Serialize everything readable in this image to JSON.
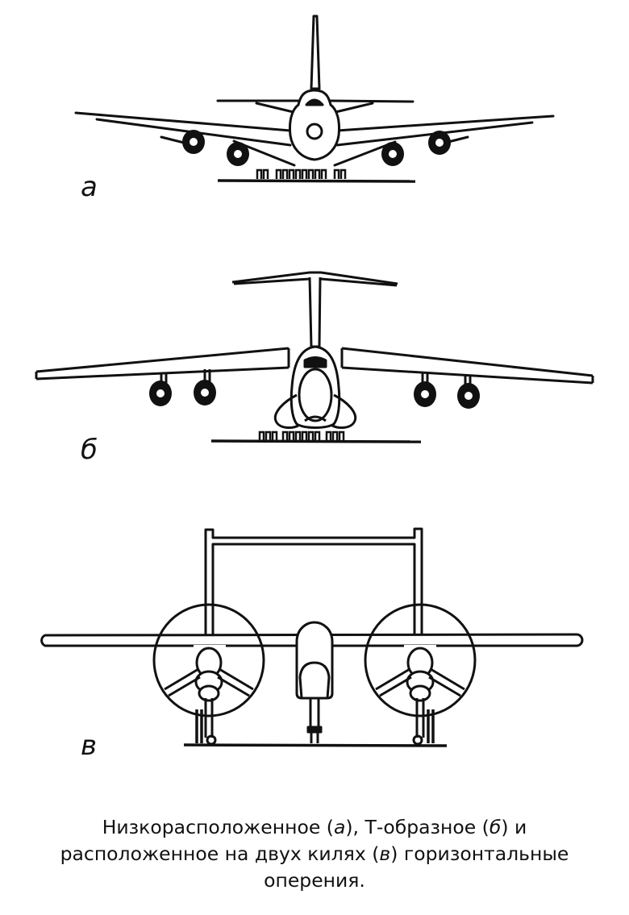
{
  "figures": [
    {
      "id": "a",
      "label": "а",
      "description": "Низкорасположенное горизонтальное оперение"
    },
    {
      "id": "b",
      "label": "б",
      "description": "Т-образное горизонтальное оперение"
    },
    {
      "id": "c",
      "label": "в",
      "description": "Горизонтальное оперение, расположенное на двух килях"
    }
  ],
  "caption": {
    "part1": "Низкорасположенное (",
    "label_a": "а",
    "part2": "), Т-образное (",
    "label_b": "б",
    "part3": ") и",
    "part4": "расположенное на двух килях (",
    "label_c": "в",
    "part5": ") горизонтальные",
    "part6": "оперения."
  },
  "colors": {
    "ink": "#111111",
    "background": "#ffffff"
  }
}
